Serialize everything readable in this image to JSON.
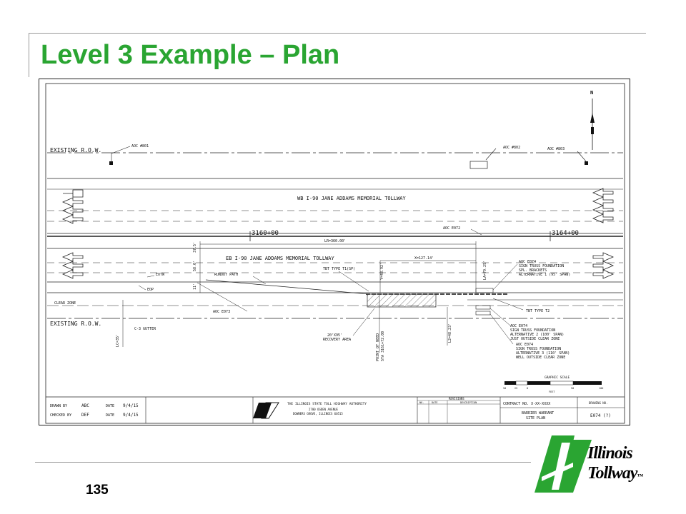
{
  "slide": {
    "title": "Level 3 Example – Plan",
    "page_number": "135"
  },
  "logo": {
    "word1": "Illinois",
    "word2": "Tollway",
    "tm": "™",
    "color": "#2aa532"
  },
  "plan": {
    "row_top": "EXISTING R.O.W.",
    "row_bottom": "EXISTING R.O.W.",
    "wb_road": "WB I-90 JANE ADDAMS MEMORIAL TOLLWAY",
    "eb_road": "EB I-90 JANE ADDAMS MEMORIAL TOLLWAY",
    "aoc_801": "AOC #801",
    "aoc_802": "AOC #802",
    "aoc_803": "AOC #803",
    "aoc_e072": "AOC E072",
    "aoc_e073": "AOC E073",
    "station_1": "3160+00",
    "station_2": "3164+00",
    "lr": "LR=360.00'",
    "x_dim": "X=127.14'",
    "runout_path": "RUNOUT PATH",
    "tbt_t1": "TBT TYPE T1(SP)",
    "tbt_t2": "TBT TYPE T2",
    "eotw": "EOTW",
    "eop": "EOP",
    "clear_zone": "CLEAR ZONE",
    "c3_gutter": "C-3 GUTTER",
    "recovery_1": "20'X95'",
    "recovery_2": "RECOVERY AREA",
    "pon_1": "POINT OF NEED",
    "pon_2": "STA 3161+72.00",
    "dim_lc": "LC=35'",
    "dim_l2": "L2=48.23'",
    "dim_37": "37.5'",
    "dim_580": "58.0'",
    "dim_11": "11'",
    "dim_y": "Y=48.92'",
    "dim_la": "LA=79.25'",
    "aoc_e074_a": [
      "AOC E074",
      "SIGN TRUSS FOUNDATION",
      "SPL. BRACKETS",
      "ALTERNATIVE 1 (95' SPAN)"
    ],
    "aoc_e074_b": [
      "AOC E074",
      "SIGN TRUSS FOUNDATION",
      "ALTERNATIVE 2 (100' SPAN)",
      "JUST OUTSIDE CLEAR ZONE"
    ],
    "aoc_e074_c": [
      "AOC E074",
      "SIGN TRUSS FOUNDATION",
      "ALTERNATIVE 3 (110' SPAN)",
      "WELL OUTSIDE CLEAR ZONE"
    ],
    "north": "N",
    "graphic_scale": "GRAPHIC SCALE",
    "scale_unit": "FEET",
    "scale_ticks": [
      "50",
      "25",
      "0",
      "50",
      "100"
    ]
  },
  "title_block": {
    "drawn_label": "DRAWN BY",
    "drawn_by": "ABC",
    "drawn_date_label": "DATE",
    "drawn_date": "9/4/15",
    "checked_label": "CHECKED BY",
    "checked_by": "DEF",
    "checked_date_label": "DATE",
    "checked_date": "9/4/15",
    "authority": "THE ILLINOIS STATE TOLL HIGHWAY AUTHORITY",
    "address_1": "2700 OGDEN AVENUE",
    "address_2": "DOWNERS GROVE, ILLINOIS 60515",
    "revisions": "REVISIONS",
    "rev_no": "NO.",
    "rev_date": "DATE",
    "rev_desc": "DESCRIPTION",
    "contract": "CONTRACT NO. X-XX-XXXX",
    "sheet_title_1": "BARRIER WARRANT",
    "sheet_title_2": "SITE PLAN",
    "drawing_no_label": "DRAWING NO.",
    "drawing_no": "E074 (?)"
  }
}
